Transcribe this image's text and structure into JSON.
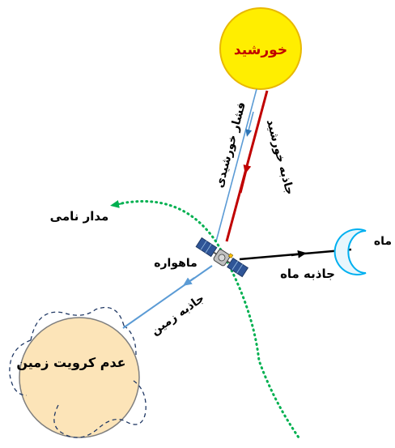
{
  "labels": {
    "sun": "خورشید",
    "solar_pressure": "فشار خورشیدی",
    "sun_gravity": "جاذبه خورشید",
    "nominal_orbit": "مدار نامی",
    "satellite": "ماهواره",
    "moon": "ماه",
    "moon_gravity": "جاذبه ماه",
    "earth_gravity": "جاذبه زمین",
    "earth_nonsphericity": "عدم کرویت زمین"
  },
  "colors": {
    "sun_fill": "#ffee00",
    "sun_stroke": "#e8b800",
    "solar_pressure_arrow": "#5b9bd5",
    "sun_gravity_arrow": "#c00000",
    "orbit": "#00b050",
    "moon_fill": "#e8f6fc",
    "moon_stroke": "#00b0f0",
    "moon_arrow": "#000000",
    "earth_gravity_arrow": "#5b9bd5",
    "earth_fill": "#fce4b8",
    "earth_stroke": "#7f7f7f",
    "earth_dashed": "#203864"
  }
}
